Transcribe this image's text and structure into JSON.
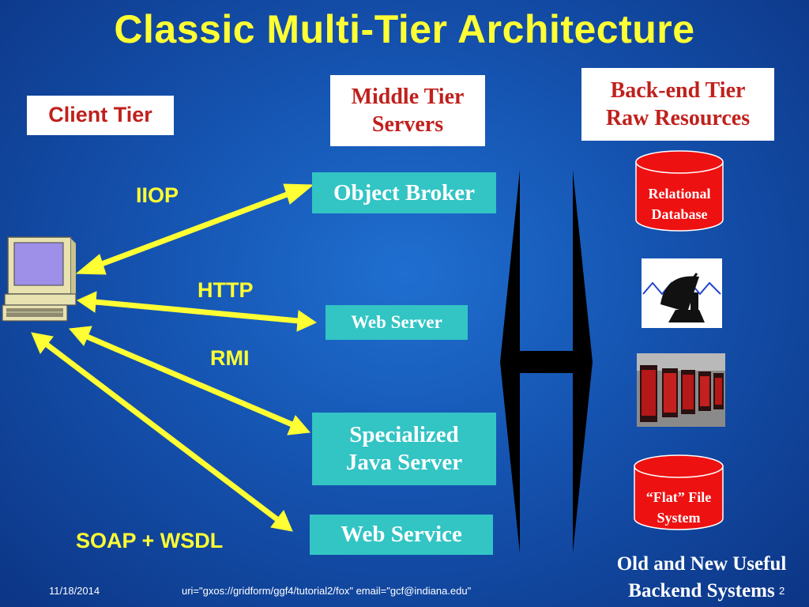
{
  "title": "Classic Multi-Tier Architecture",
  "tiers": {
    "client": "Client Tier",
    "middle_line1": "Middle Tier",
    "middle_line2": "Servers",
    "backend_line1": "Back-end Tier",
    "backend_line2": "Raw Resources"
  },
  "servers": {
    "object_broker": "Object Broker",
    "web_server": "Web Server",
    "specialized_line1": "Specialized",
    "specialized_line2": "Java Server",
    "web_service": "Web Service"
  },
  "protocols": {
    "iiop": "IIOP",
    "http": "HTTP",
    "rmi": "RMI",
    "soap": "SOAP + WSDL"
  },
  "resources": {
    "relational_line1": "Relational",
    "relational_line2": "Database",
    "flat_line1": "“Flat” File",
    "flat_line2": "System"
  },
  "caption_line1": "Old and New Useful",
  "caption_line2": "Backend Systems",
  "footer": {
    "date": "11/18/2014",
    "uri": "uri=\"gxos://gridform/ggf4/tutorial2/fox\" email=\"gcf@indiana.edu\"",
    "page_number": "2"
  },
  "colors": {
    "title": "#ffff33",
    "arrow": "#ffff33",
    "server_box": "#33c4c4",
    "tier_text": "#c0201c",
    "database": "#ee1111"
  }
}
